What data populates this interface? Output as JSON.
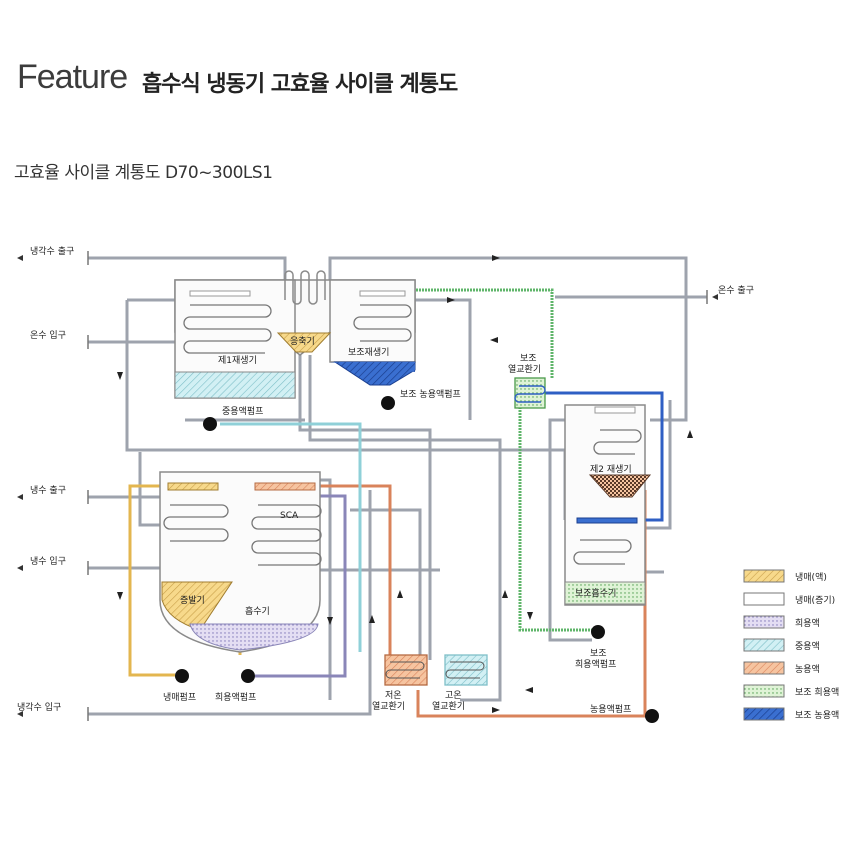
{
  "header": {
    "feature": "Feature",
    "title": "흡수식 냉동기 고효율 사이클 계통도",
    "subtitle": "고효율 사이클 계통도 D70~300LS1"
  },
  "ports": {
    "chilled_water_out": "냉각수 출구",
    "hot_water_in": "온수 입구",
    "cold_water_out": "냉수 출구",
    "cold_water_in": "냉수 입구",
    "cooling_water_in": "냉각수 입구",
    "hot_water_out": "온수 출구"
  },
  "components": {
    "condenser": "응축기",
    "gen1": "제1재생기",
    "aux_gen": "보조재생기",
    "mid_pump": "중용액펌프",
    "aux_conc_pump": "보조 농용액펌프",
    "aux_hx_l1": "보조",
    "aux_hx_l2": "열교환기",
    "gen2": "제2 재생기",
    "sca": "SCA",
    "evaporator": "증발기",
    "absorber": "흡수기",
    "aux_absorber": "보조흡수기",
    "aux_dilute_pump_l1": "보조",
    "aux_dilute_pump_l2": "희용액펌프",
    "refrig_pump": "냉매펌프",
    "dilute_pump": "희용액펌프",
    "low_hx_l1": "저온",
    "low_hx_l2": "열교환기",
    "high_hx_l1": "고온",
    "high_hx_l2": "열교환기",
    "conc_pump": "농용액펌프"
  },
  "legend": [
    {
      "label": "냉매(액)",
      "color": "#f7d98b",
      "pattern": "hatch"
    },
    {
      "label": "냉매(증기)",
      "color": "#ffffff",
      "pattern": "plain"
    },
    {
      "label": "희용액",
      "color": "#e4def3",
      "pattern": "dots"
    },
    {
      "label": "중용액",
      "color": "#cdeff3",
      "pattern": "hatch"
    },
    {
      "label": "농용액",
      "color": "#f6c4a0",
      "pattern": "hatch"
    },
    {
      "label": "보조 희용액",
      "color": "#dff3d6",
      "pattern": "dots"
    },
    {
      "label": "보조 농용액",
      "color": "#3a6fd0",
      "pattern": "hatch"
    }
  ],
  "colors": {
    "pipe_grey": "#9ea3ad",
    "refrigerant": "#e3b64f",
    "concentrated": "#d9835b",
    "aux_dilute": "#5fb56a",
    "aux_concentrated": "#2f5fc4",
    "dilute": "#8a86b8"
  }
}
